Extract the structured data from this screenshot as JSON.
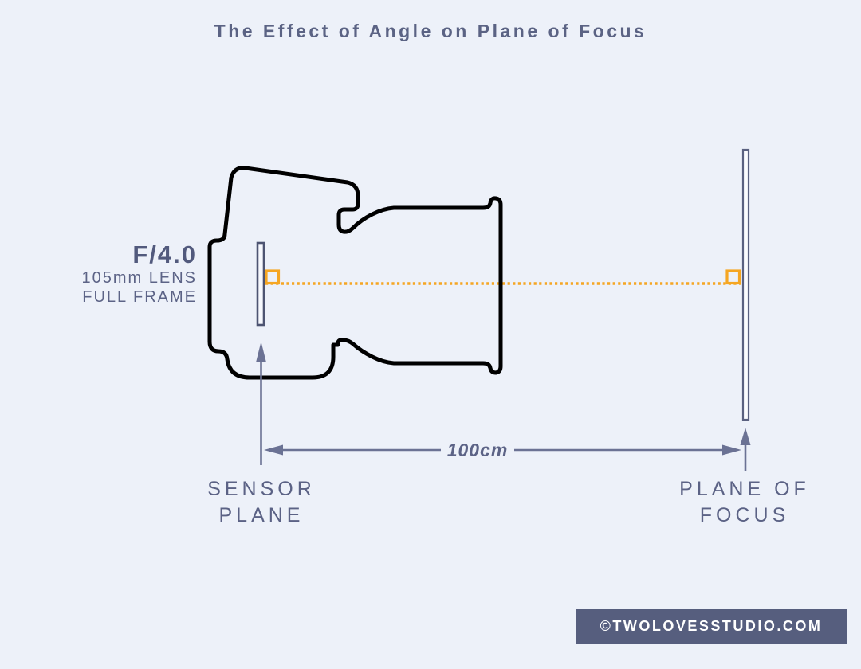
{
  "title": "The Effect of Angle on Plane of Focus",
  "camera_settings": {
    "aperture": "F/4.0",
    "lens": "105mm LENS",
    "format": "FULL FRAME"
  },
  "measurement": {
    "distance_label": "100cm"
  },
  "labels": {
    "sensor_plane": "SENSOR\nPLANE",
    "plane_of_focus": "PLANE OF\nFOCUS"
  },
  "watermark": "©TWOLOVESSTUDIO.COM",
  "diagram": {
    "focus_axis": "perpendicular dotted line from sensor plane to plane of focus",
    "right_angle_markers": 2
  },
  "colors": {
    "background": "#edf1f9",
    "title_text": "#5b6384",
    "label_text": "#5c6386",
    "arrow": "#6b7294",
    "focus_axis_orange": "#f5a623",
    "camera_outline": "#000000",
    "plane_bar_stroke": "#5a6180",
    "watermark_bg": "#565e7e",
    "watermark_text": "#ffffff"
  }
}
